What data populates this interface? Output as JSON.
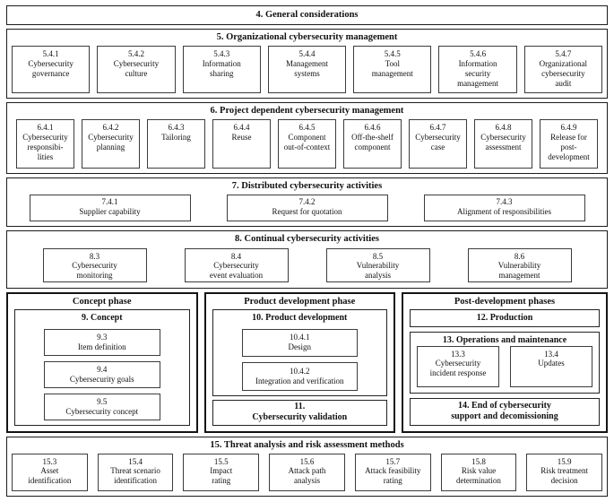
{
  "colors": {
    "background": "#ffffff",
    "border": "#1c1c1c",
    "text": "#111111"
  },
  "s4": {
    "title": "4. General considerations"
  },
  "s5": {
    "title": "5. Organizational cybersecurity management",
    "items": [
      {
        "num": "5.4.1",
        "label": "Cybersecurity\ngovernance"
      },
      {
        "num": "5.4.2",
        "label": "Cybersecurity\nculture"
      },
      {
        "num": "5.4.3",
        "label": "Information\nsharing"
      },
      {
        "num": "5.4.4",
        "label": "Management\nsystems"
      },
      {
        "num": "5.4.5",
        "label": "Tool\nmanagement"
      },
      {
        "num": "5.4.6",
        "label": "Information\nsecurity\nmanagement"
      },
      {
        "num": "5.4.7",
        "label": "Organizational\ncybersecurity\naudit"
      }
    ]
  },
  "s6": {
    "title": "6. Project dependent cybersecurity management",
    "items": [
      {
        "num": "6.4.1",
        "label": "Cybersecurity\nresponsibi-\nlities"
      },
      {
        "num": "6.4.2",
        "label": "Cybersecurity\nplanning"
      },
      {
        "num": "6.4.3",
        "label": "Tailoring"
      },
      {
        "num": "6.4.4",
        "label": "Reuse"
      },
      {
        "num": "6.4.5",
        "label": "Component\nout-of-context"
      },
      {
        "num": "6.4.6",
        "label": "Off-the-shelf\ncomponent"
      },
      {
        "num": "6.4.7",
        "label": "Cybersecurity\ncase"
      },
      {
        "num": "6.4.8",
        "label": "Cybersecurity\nassessment"
      },
      {
        "num": "6.4.9",
        "label": "Release for\npost-\ndevelopment"
      }
    ]
  },
  "s7": {
    "title": "7. Distributed cybersecurity activities",
    "items": [
      {
        "num": "7.4.1",
        "label": "Supplier capability"
      },
      {
        "num": "7.4.2",
        "label": "Request for quotation"
      },
      {
        "num": "7.4.3",
        "label": "Alignment of responsibilities"
      }
    ]
  },
  "s8": {
    "title": "8. Continual cybersecurity activities",
    "items": [
      {
        "num": "8.3",
        "label": "Cybersecurity\nmonitoring"
      },
      {
        "num": "8.4",
        "label": "Cybersecurity\nevent evaluation"
      },
      {
        "num": "8.5",
        "label": "Vulnerability\nanalysis"
      },
      {
        "num": "8.6",
        "label": "Vulnerability\nmanagement"
      }
    ]
  },
  "phases": {
    "concept": {
      "title": "Concept phase",
      "group_title": "9. Concept",
      "items": [
        {
          "num": "9.3",
          "label": "Item definition"
        },
        {
          "num": "9.4",
          "label": "Cybersecurity goals"
        },
        {
          "num": "9.5",
          "label": "Cybersecurity concept"
        }
      ]
    },
    "product": {
      "title": "Product development phase",
      "group_title": "10. Product development",
      "items": [
        {
          "num": "10.4.1",
          "label": "Design"
        },
        {
          "num": "10.4.2",
          "label": "Integration and verification"
        }
      ],
      "validation": "11.\nCybersecurity validation"
    },
    "post": {
      "title": "Post-development phases",
      "production": "12. Production",
      "ops_title": "13. Operations and maintenance",
      "ops_items": [
        {
          "num": "13.3",
          "label": "Cybersecurity\nincident response"
        },
        {
          "num": "13.4",
          "label": "Updates"
        }
      ],
      "end": "14. End of cybersecurity\nsupport and decomissioning"
    }
  },
  "s15": {
    "title": "15. Threat analysis and risk assessment methods",
    "items": [
      {
        "num": "15.3",
        "label": "Asset\nidentification"
      },
      {
        "num": "15.4",
        "label": "Threat scenario\nidentification"
      },
      {
        "num": "15.5",
        "label": "Impact\nrating"
      },
      {
        "num": "15.6",
        "label": "Attack path\nanalysis"
      },
      {
        "num": "15.7",
        "label": "Attack feasibility\nrating"
      },
      {
        "num": "15.8",
        "label": "Risk value\ndetermination"
      },
      {
        "num": "15.9",
        "label": "Risk treatment\ndecision"
      }
    ]
  }
}
